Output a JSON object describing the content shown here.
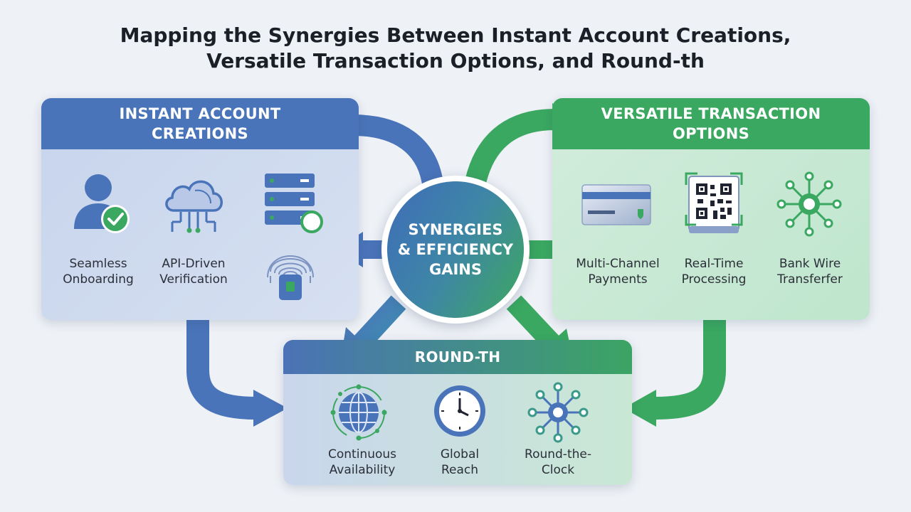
{
  "title": {
    "line1": "Mapping the Synergies Between Instant Account Creations,",
    "line2": "Versatile Transaction Options, and Round-th"
  },
  "left_panel": {
    "heading_line1": "INSTANT ACCOUNT",
    "heading_line2": "CREATIONS",
    "items": [
      {
        "line1": "Seamless",
        "line2": "Onboarding",
        "icon": "user-check-icon"
      },
      {
        "line1": "API-Driven",
        "line2": "Verification",
        "icon": "cloud-network-icon"
      },
      {
        "icon": "server-stack-icon"
      },
      {
        "icon": "fingerprint-icon"
      }
    ]
  },
  "right_panel": {
    "heading_line1": "VERSATILE TRANSACTION",
    "heading_line2": "OPTIONS",
    "items": [
      {
        "line1": "Multi-Channel",
        "line2": "Payments",
        "icon": "credit-card-icon"
      },
      {
        "line1": "Real-Time",
        "line2": "Processing",
        "icon": "qr-code-icon"
      },
      {
        "line1": "Bank Wire",
        "line2": "Transferfer",
        "icon": "network-node-icon"
      }
    ]
  },
  "hub": {
    "line1": "SYNERGIES",
    "line2": "& EFFICIENCY",
    "line3": "GAINS"
  },
  "bottom_panel": {
    "heading": "ROUND-TH",
    "items": [
      {
        "line1": "Continuous",
        "line2": "Availability",
        "icon": "globe-icon"
      },
      {
        "line1": "Global",
        "line2": "Reach",
        "icon": "clock-icon"
      },
      {
        "line1": "Round-the-",
        "line2": "Clock",
        "icon": "network-node-icon"
      }
    ]
  },
  "colors": {
    "blue": "#4a74b9",
    "green": "#3aa860",
    "background": "#eef1f6"
  }
}
